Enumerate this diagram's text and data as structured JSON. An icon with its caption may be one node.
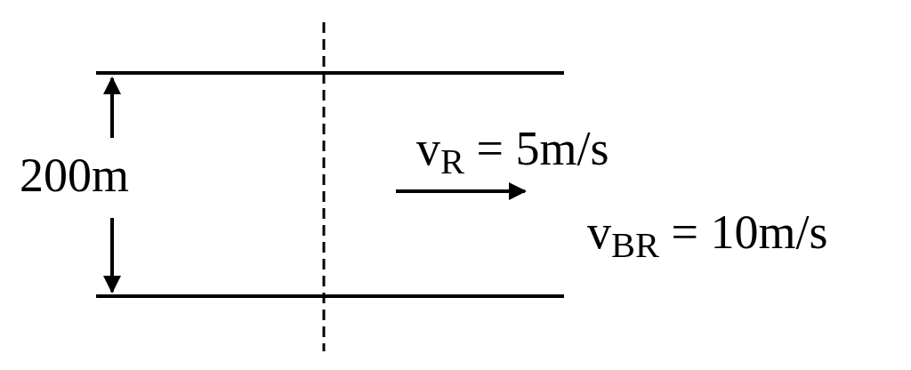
{
  "diagram": {
    "labels": [
      "200m",
      "v$_{R}$ = 5m/s",
      "v$_{BR}$ = 10m/s"
    ]
  }
}
